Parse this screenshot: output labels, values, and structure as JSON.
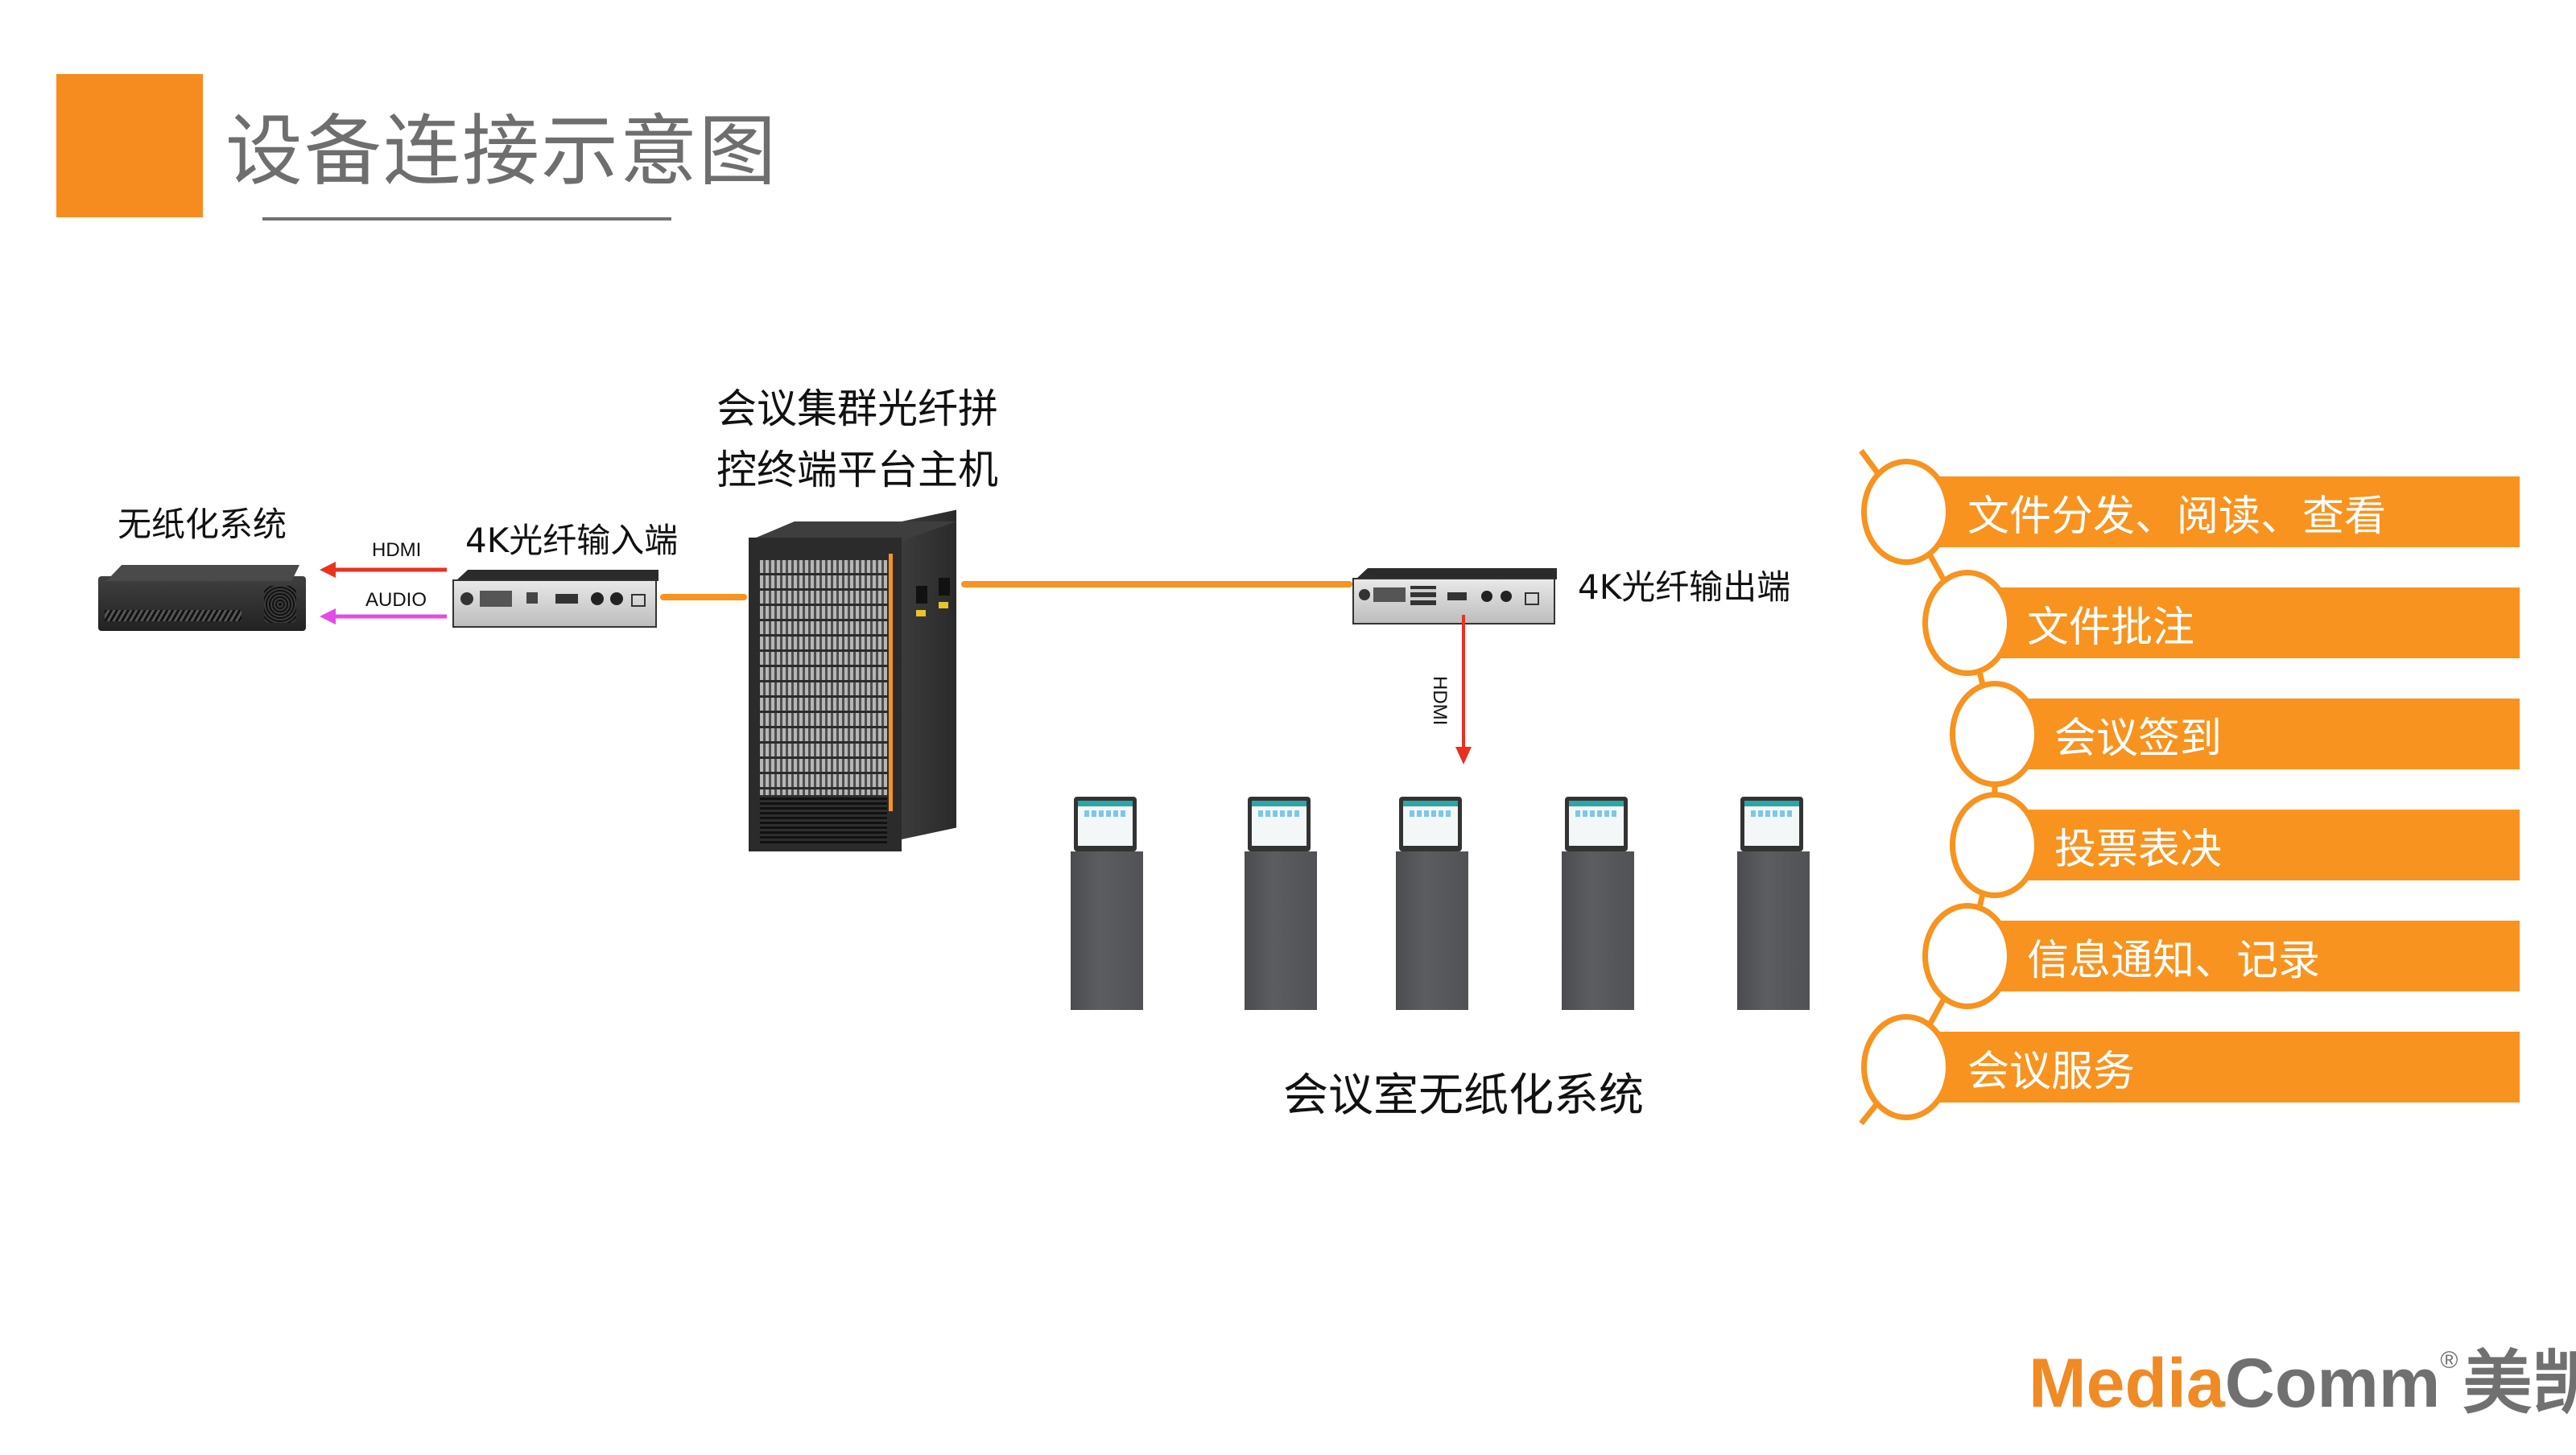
{
  "header": {
    "title": "设备连接示意图",
    "accent_color": "#f68b1f"
  },
  "diagram": {
    "source": {
      "label": "无纸化系统",
      "icon": "paperless-server-icon"
    },
    "signals_left": [
      {
        "label": "HDMI",
        "color": "#e8321e",
        "direction": "left"
      },
      {
        "label": "AUDIO",
        "color": "#e24be6",
        "direction": "left"
      }
    ],
    "input_endpoint": {
      "label": "4K光纤输入端",
      "icon": "fiber-transmitter-icon"
    },
    "host": {
      "line1": "会议集群光纤拼",
      "line2": "控终端平台主机",
      "icon": "matrix-rack-icon"
    },
    "output_endpoint": {
      "label": "4K光纤输出端",
      "icon": "fiber-receiver-icon"
    },
    "signal_down": {
      "label": "HDMI",
      "color": "#e8321e",
      "direction": "down"
    },
    "fiber_color": "#f7931e",
    "terminals": {
      "count": 5,
      "label": "会议室无纸化系统",
      "icon": "lift-screen-terminal-icon"
    }
  },
  "features": {
    "color": "#f7931e",
    "items": [
      {
        "label": "文件分发、阅读、查看"
      },
      {
        "label": "文件批注"
      },
      {
        "label": "会议签到"
      },
      {
        "label": "投票表决"
      },
      {
        "label": "信息通知、记录"
      },
      {
        "label": "会议服务"
      }
    ]
  },
  "logo": {
    "part1": "Media",
    "part2": "Comm",
    "registered": "®",
    "cn": "美凯"
  }
}
